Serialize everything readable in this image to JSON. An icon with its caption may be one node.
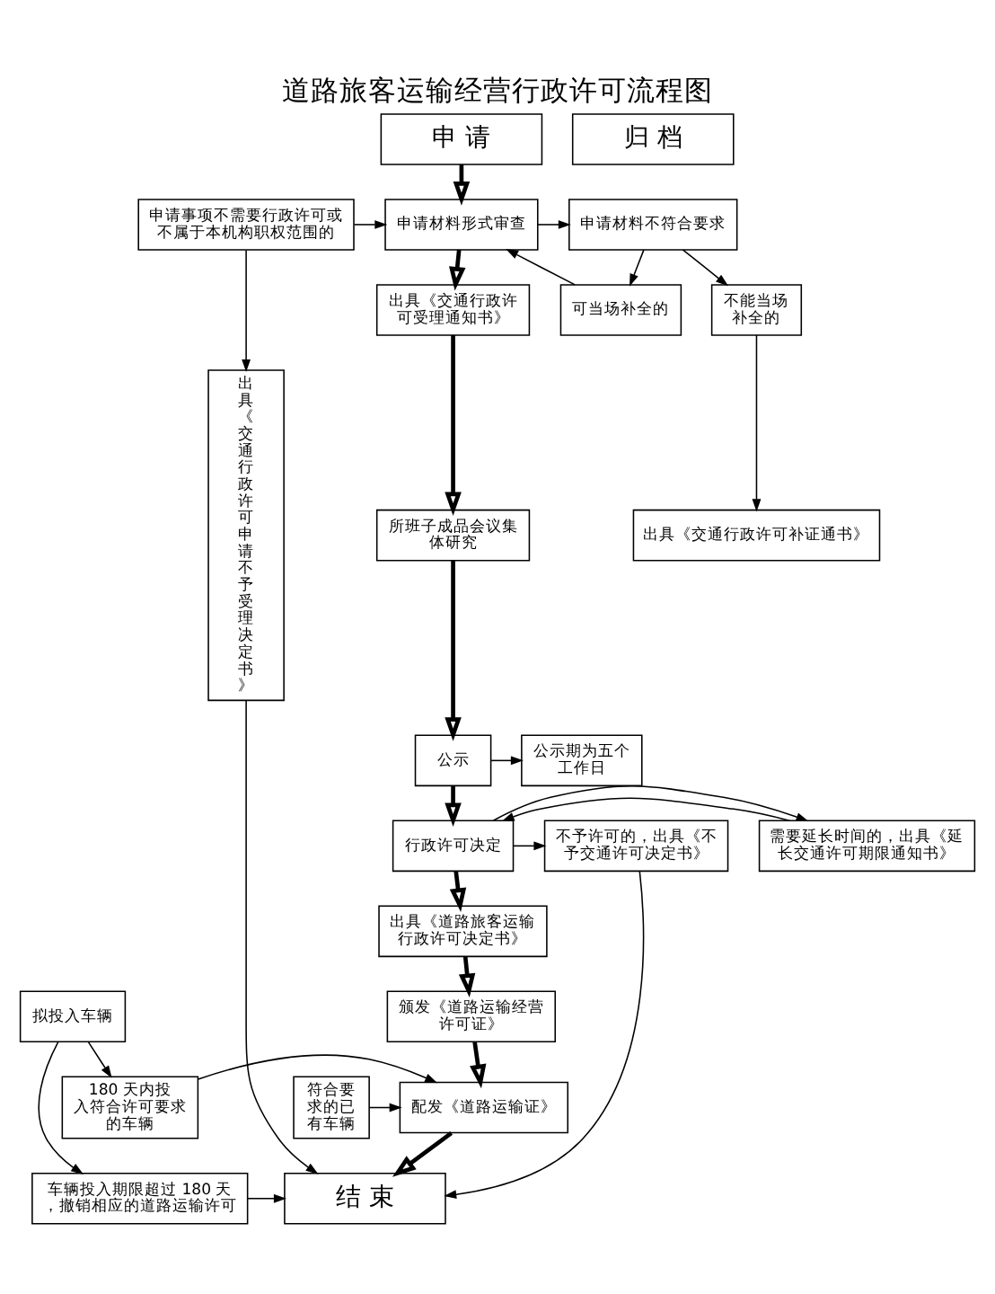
{
  "diagram": {
    "title": "道路旅客运输经营行政许可流程图",
    "nodes": [
      {
        "text": [
          "申 请"
        ]
      },
      {
        "text": [
          "可当场补全的"
        ]
      },
      {
        "text": [
          "申请事项不需要行政许可或不属于本机构职权范围的"
        ]
      },
      {
        "text": [
          "申请材料不符合要求"
        ]
      },
      {
        "text": [
          "申请材料形式审查"
        ]
      },
      {
        "text": [
          "不能当场补全的"
        ]
      },
      {
        "text": [
          "出具《交通行政许可受理通知书》"
        ]
      },
      {
        "text": [
          "出具《交通行政许可补证通书》"
        ]
      },
      {
        "text": [
          "所班子成品会议集体研究"
        ]
      },
      {
        "text": [
          "出具《交通行政许可申请不予受理决定书》"
        ]
      },
      {
        "text": [
          "公示"
        ]
      },
      {
        "text": [
          "公示期为五个工作日"
        ]
      },
      {
        "text": [
          "需要延长时间的，出具《延长交通许可期限通知书》"
        ]
      },
      {
        "text": [
          "行政许可决定"
        ]
      },
      {
        "text": [
          "不予许可的，出具《不予交通许可决定书》"
        ]
      },
      {
        "text": [
          "出具《道路旅客运输行政许可决定书》"
        ]
      },
      {
        "text": [
          "拟投入车辆"
        ]
      },
      {
        "text": [
          "颁发《道路运输经营许可证》"
        ]
      },
      {
        "text": [
          "180 天内投入符合许可要求的车辆"
        ]
      },
      {
        "text": [
          "配发《道路运输证》"
        ]
      },
      {
        "text": [
          "符合要求的已有车辆"
        ]
      },
      {
        "text": [
          "车辆投入期限超过 180 天，撤销相应的道路运输许可"
        ]
      },
      {
        "text": [
          "结 束"
        ]
      },
      {
        "text": [
          "归 档"
        ]
      }
    ],
    "edges": [
      {
        "from": 0,
        "to": 4,
        "arrow": "to",
        "style": "thick"
      },
      {
        "from": 1,
        "to": 4,
        "arrow": "to"
      },
      {
        "from": 2,
        "to": 4,
        "arrow": "to"
      },
      {
        "from": 4,
        "to": 3,
        "arrow": "to"
      },
      {
        "from": 3,
        "to": 1,
        "arrow": "to"
      },
      {
        "from": 3,
        "to": 5,
        "arrow": "to"
      },
      {
        "from": 5,
        "to": 7,
        "arrow": "to"
      },
      {
        "from": 2,
        "to": 9,
        "arrow": "to"
      },
      {
        "from": 4,
        "to": 6,
        "arrow": "to",
        "style": "thick"
      },
      {
        "from": 6,
        "to": 8,
        "arrow": "to",
        "style": "thick"
      },
      {
        "from": 8,
        "to": 10,
        "arrow": "to",
        "style": "thick"
      },
      {
        "from": 10,
        "to": 11,
        "arrow": "to"
      },
      {
        "from": 10,
        "to": 13,
        "arrow": "to",
        "style": "thick"
      },
      {
        "from": 12,
        "to": 13,
        "arrow": "to"
      },
      {
        "from": 13,
        "to": 12,
        "arrow": "to"
      },
      {
        "from": 13,
        "to": 14,
        "arrow": "to"
      },
      {
        "from": 13,
        "to": 15,
        "arrow": "to",
        "style": "thick"
      },
      {
        "from": 15,
        "to": 17,
        "arrow": "to",
        "style": "thick"
      },
      {
        "from": 16,
        "to": 18,
        "arrow": "to"
      },
      {
        "from": 16,
        "to": 21,
        "arrow": "to"
      },
      {
        "from": 18,
        "to": 19,
        "arrow": "to"
      },
      {
        "from": 20,
        "to": 19,
        "arrow": "to"
      },
      {
        "from": 17,
        "to": 19,
        "arrow": "to",
        "style": "thick"
      },
      {
        "from": 19,
        "to": 22,
        "arrow": "to",
        "style": "thick"
      },
      {
        "from": 21,
        "to": 22,
        "arrow": "to"
      },
      {
        "from": 14,
        "to": 22,
        "arrow": "to"
      },
      {
        "from": 9,
        "to": 22,
        "arrow": "to"
      }
    ]
  }
}
